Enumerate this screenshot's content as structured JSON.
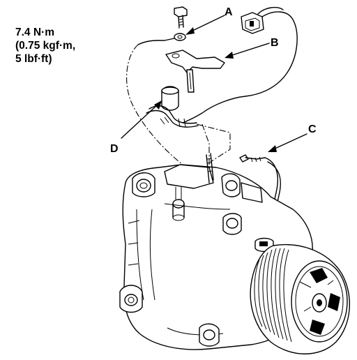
{
  "torque_spec": {
    "line1": "7.4 N·m",
    "line2": "(0.75 kgf·m,",
    "line3": "5 lbf·ft)"
  },
  "callouts": {
    "a": "A",
    "b": "B",
    "c": "C",
    "d": "D"
  }
}
